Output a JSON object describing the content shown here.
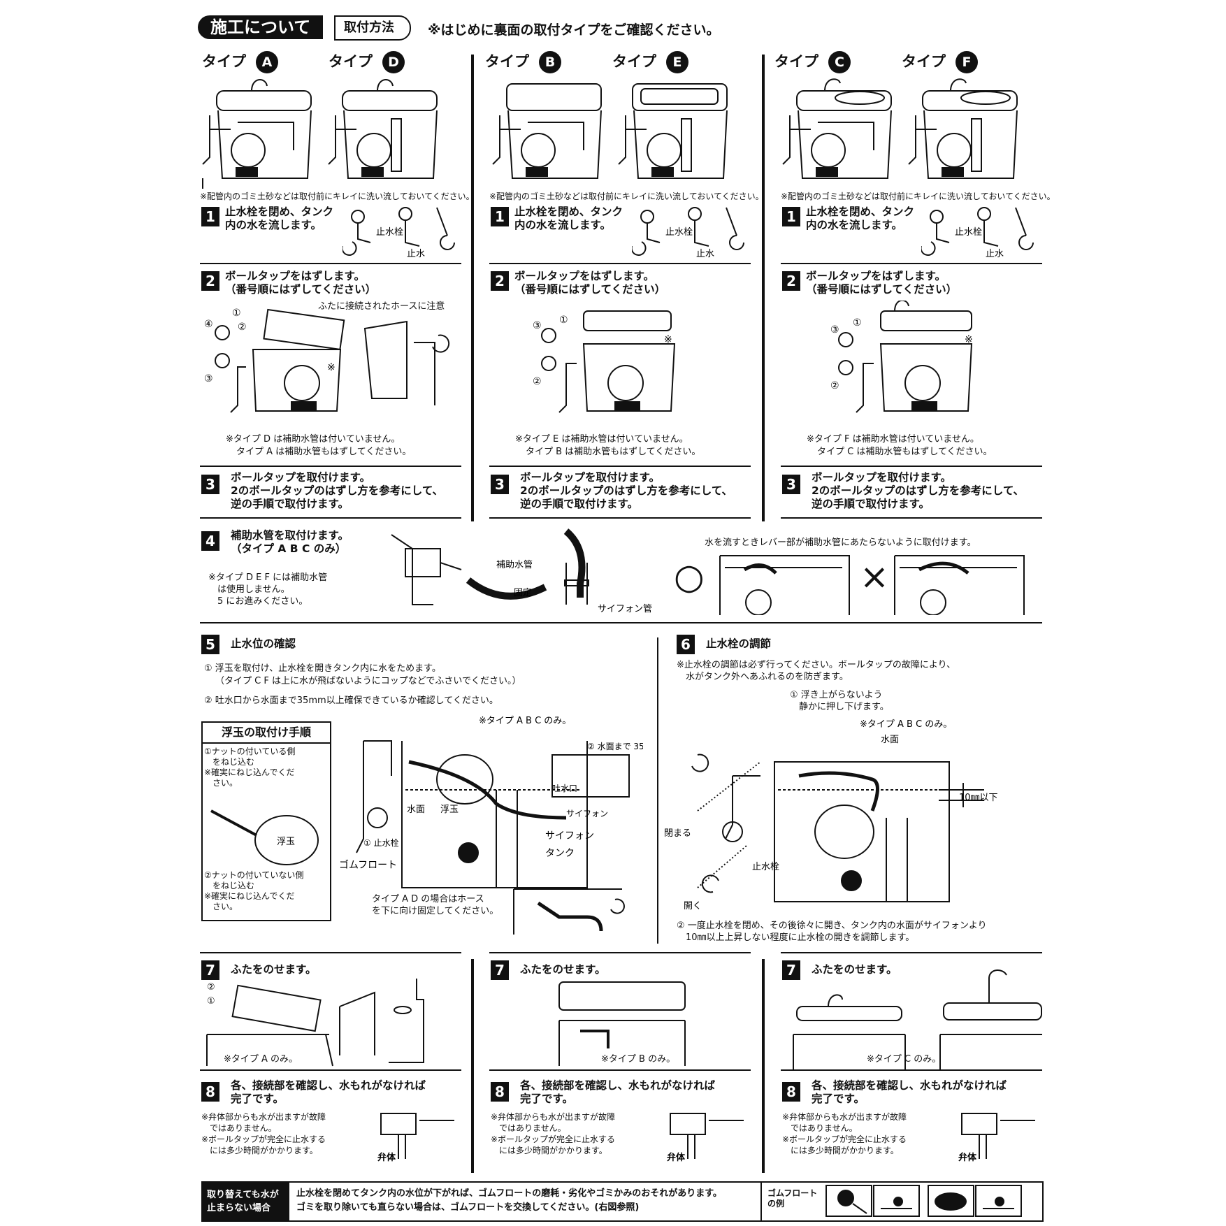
{
  "header": {
    "title": "施工について",
    "tab": "取付方法",
    "note": "※はじめに裏面の取付タイプをご確認ください。"
  },
  "types": {
    "prefix": "タイプ",
    "letters": [
      "A",
      "D",
      "B",
      "E",
      "C",
      "F"
    ]
  },
  "columns": [
    {
      "pipe_note": "※配管内のゴミ土砂などは取付前にキレイに洗い流しておいてください。",
      "step1": "止水栓を閉め、タンク\n内の水を流します。",
      "step1_labels": [
        "止水栓",
        "止水"
      ],
      "step2": "ボールタップをはずします。\n（番号順にはずしてください）",
      "step2_extra": "ふたに接続されたホースに注意",
      "step2_note1": "※タイプ D は補助水管は付いていません。",
      "step2_note2": "タイプ A は補助水管もはずしてください。",
      "step3": "ボールタップを取付けます。\n2のボールタップのはずし方を参考にして、\n逆の手順で取付けます。",
      "step7": "ふたをのせます。",
      "step7_note": "※タイプ A のみ。",
      "step8": "各、接続部を確認し、水もれがなければ\n完了です。",
      "step8_notes": "※弁体部からも水が出ますが故障\n　ではありません。\n※ボールタップが完全に止水する\n　には多少時間がかかります。",
      "valve": "弁体"
    },
    {
      "pipe_note": "※配管内のゴミ土砂などは取付前にキレイに洗い流しておいてください。",
      "step1": "止水栓を閉め、タンク\n内の水を流します。",
      "step1_labels": [
        "止水栓",
        "止水"
      ],
      "step2": "ボールタップをはずします。\n（番号順にはずしてください）",
      "step2_note1": "※タイプ E は補助水管は付いていません。",
      "step2_note2": "タイプ B は補助水管もはずしてください。",
      "step3": "ボールタップを取付けます。\n2のボールタップのはずし方を参考にして、\n逆の手順で取付けます。",
      "step7": "ふたをのせます。",
      "step7_note": "※タイプ B のみ。",
      "step8": "各、接続部を確認し、水もれがなければ\n完了です。",
      "step8_notes": "※弁体部からも水が出ますが故障\n　ではありません。\n※ボールタップが完全に止水する\n　には多少時間がかかります。",
      "valve": "弁体"
    },
    {
      "pipe_note": "※配管内のゴミ土砂などは取付前にキレイに洗い流しておいてください。",
      "step1": "止水栓を閉め、タンク\n内の水を流します。",
      "step1_labels": [
        "止水栓",
        "止水"
      ],
      "step2": "ボールタップをはずします。\n（番号順にはずしてください）",
      "step2_note1": "※タイプ F は補助水管は付いていません。",
      "step2_note2": "タイプ C は補助水管もはずしてください。",
      "step3": "ボールタップを取付けます。\n2のボールタップのはずし方を参考にして、\n逆の手順で取付けます。",
      "step7": "ふたをのせます。",
      "step7_note": "※タイプ C のみ。",
      "step8": "各、接続部を確認し、水もれがなければ\n完了です。",
      "step8_notes": "※弁体部からも水が出ますが故障\n　ではありません。\n※ボールタップが完全に止水する\n　には多少時間がかかります。",
      "valve": "弁体"
    }
  ],
  "step4": {
    "title": "補助水管を取付けます。\n（タイプ A B C のみ）",
    "note": "※タイプ D E F には補助水管\n　は使用しません。\n　5 にお進みください。",
    "labels": [
      "補助水管",
      "固定",
      "サイフォン管"
    ],
    "right_note": "水を流すときレバー部が補助水管にあたらないように取付けます。",
    "ok": "○",
    "ng": "×"
  },
  "step5": {
    "title": "止水位の確認",
    "line1": "① 浮玉を取付け、止水栓を開きタンク内に水をためます。",
    "line1b": "（タイプ C F は上に水が飛ばないようにコップなどでふさいでください。）",
    "line2": "② 吐水口から水面まで35mm以上確保できているか確認してください。",
    "box_title": "浮玉の取付け手順",
    "box_1": "①ナットの付いている側\n　をねじ込む\n※確実にねじ込んでくだ\n　さい。",
    "box_ball": "浮玉",
    "box_2": "②ナットの付いていない側\n　をねじ込む\n※確実にねじ込んでくだ\n　さい。",
    "fig_labels": [
      "※タイプ A B C のみ。",
      "② 水面まで 35mm以上",
      "吐水口",
      "サイフォン",
      "水面",
      "浮玉",
      "① 止水栓",
      "サイフォン",
      "タンク",
      "ゴムフロート"
    ],
    "hose_note": "タイプ A D の場合はホース\nを下に向け固定してください。"
  },
  "step6": {
    "title": "止水栓の調節",
    "note": "※止水栓の調節は必ず行ってください。ボールタップの故障により、\n　水がタンク外へあふれるのを防ぎます。",
    "press": "① 浮き上がらないよう\n　静かに押し下げます。",
    "labels": [
      "※タイプ A B C のみ。",
      "水面",
      "10㎜以下",
      "閉まる",
      "止水栓",
      "開く"
    ],
    "line2": "② 一度止水栓を閉め、その後徐々に開き、タンク内の水面がサイフォンより\n　10㎜以上上昇しない程度に止水栓の開きを調節します。"
  },
  "step7_fig_labels": [
    "②",
    "①"
  ],
  "footer": {
    "label": "取り替えても水が\n止まらない場合",
    "text": "止水栓を閉めてタンク内の水位が下がれば、ゴムフロートの磨耗・劣化やゴミかみのおそれがあります。\nゴミを取り除いても直らない場合は、ゴムフロートを交換してください。(右図参照)",
    "example": "ゴムフロート\nの例"
  }
}
